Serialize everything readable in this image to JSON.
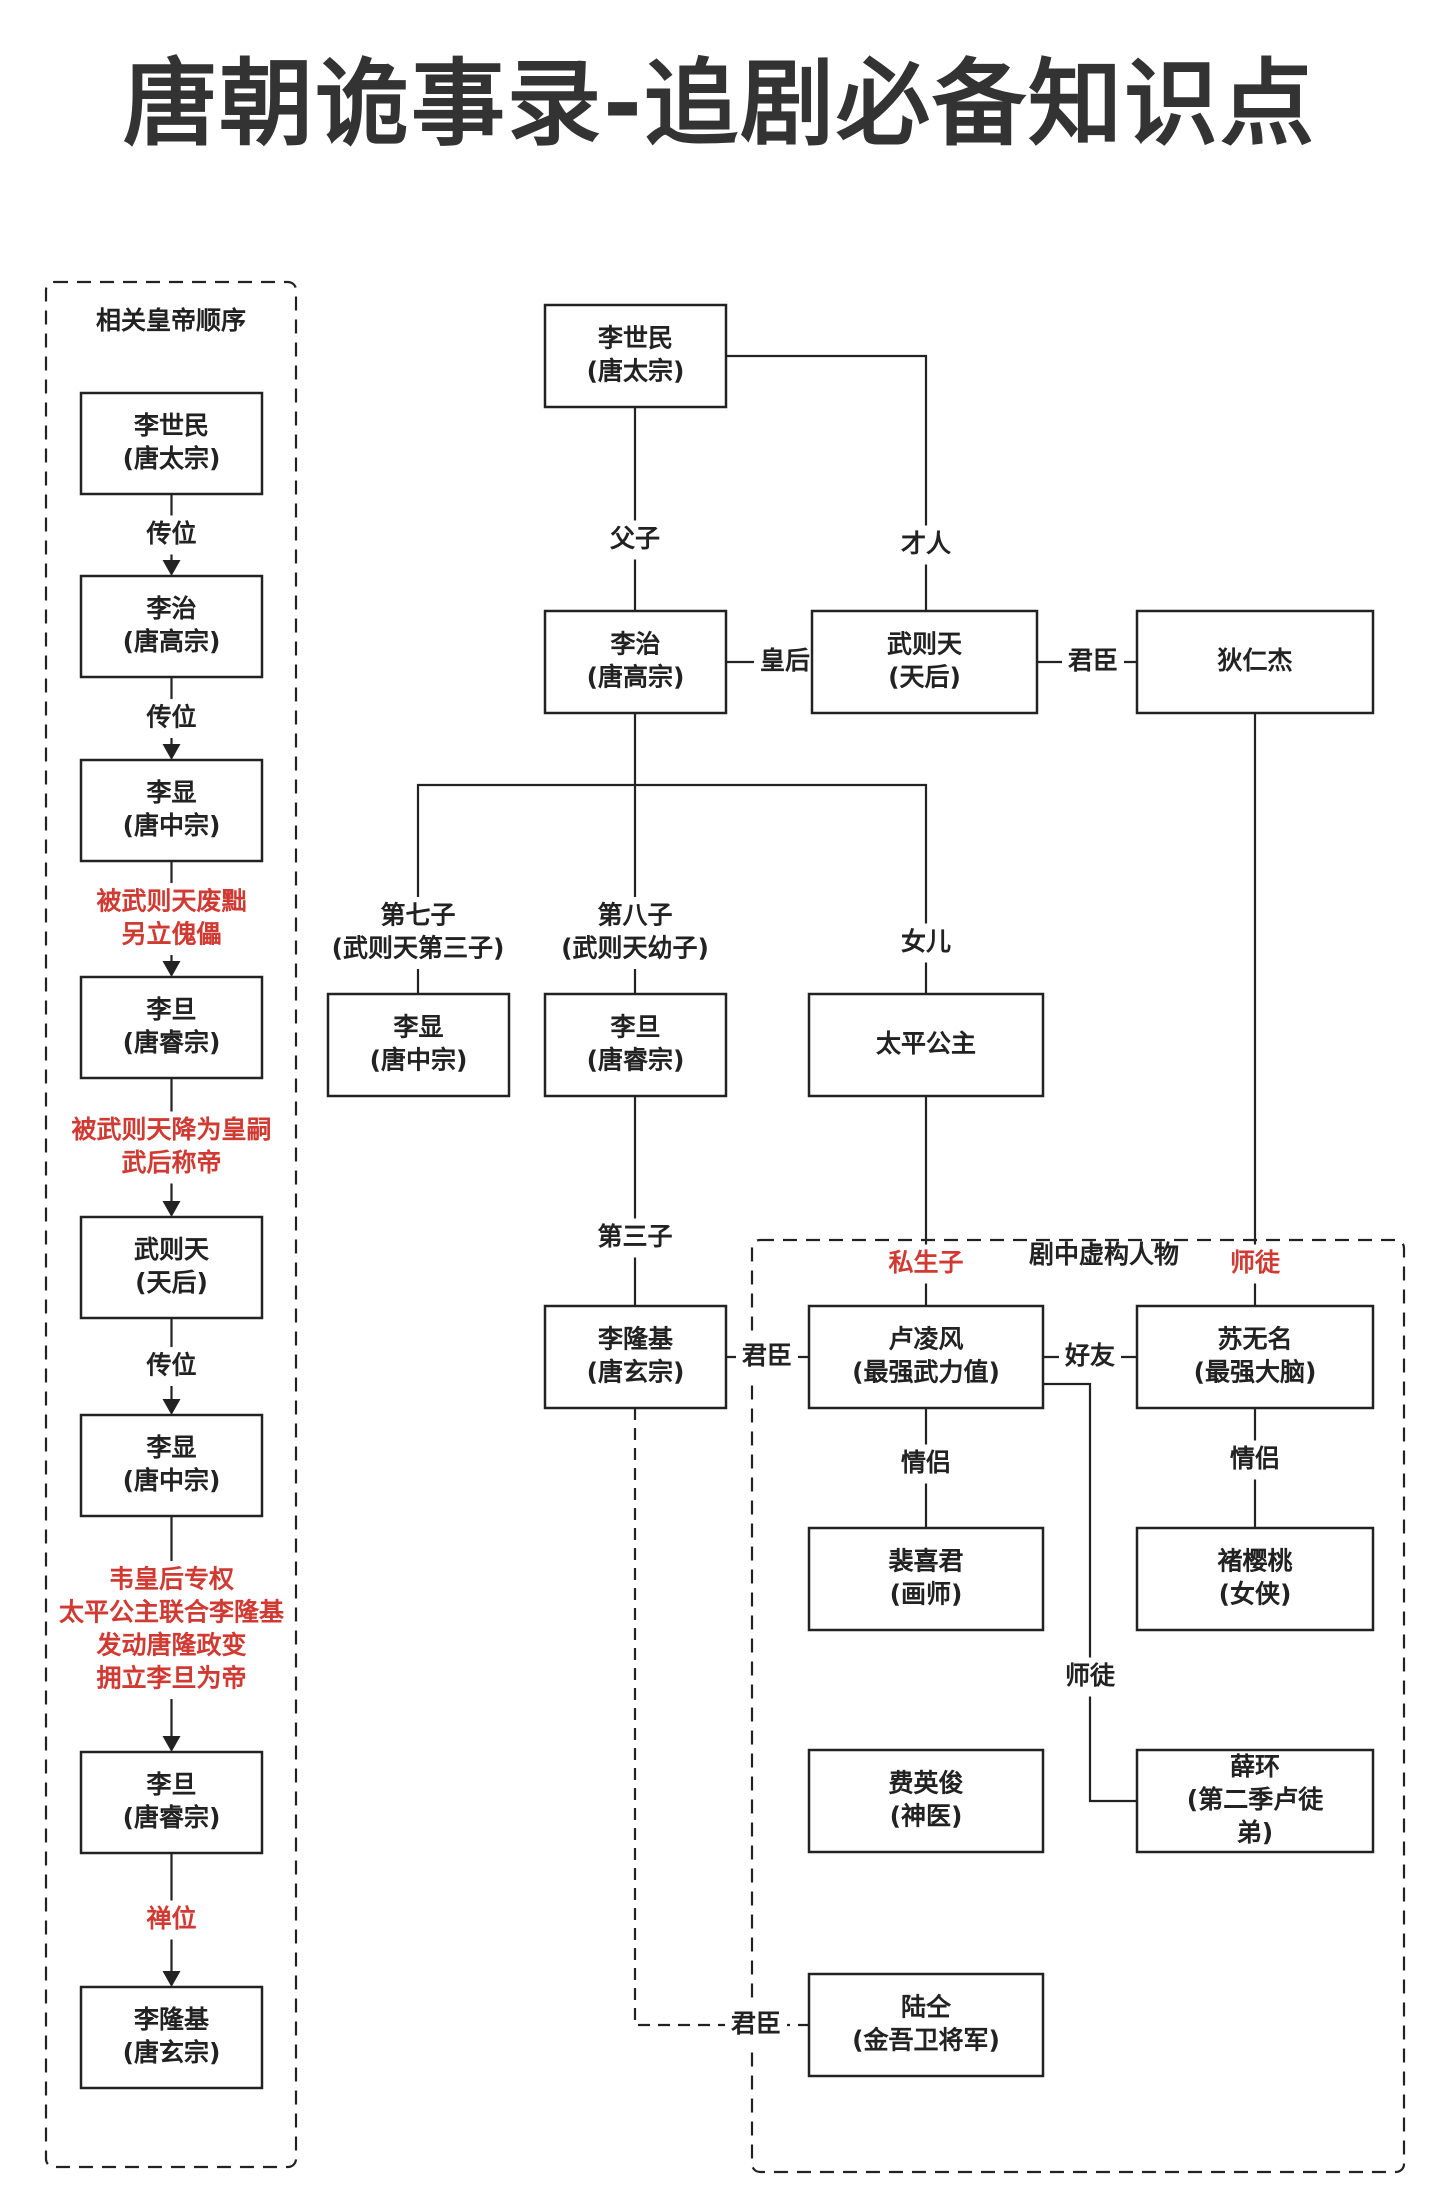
{
  "title": "唐朝诡事录-追剧必备知识点",
  "colors": {
    "accent": "#d13a32",
    "line": "#222222",
    "box_fill": "#ffffff"
  },
  "sequence": {
    "title": "相关皇帝顺序",
    "nodes": [
      [
        "李世民",
        "(唐太宗)"
      ],
      [
        "李治",
        "(唐高宗)"
      ],
      [
        "李显",
        "(唐中宗)"
      ],
      [
        "李旦",
        "(唐睿宗)"
      ],
      [
        "武则天",
        "(天后)"
      ],
      [
        "李显",
        "(唐中宗)"
      ],
      [
        "李旦",
        "(唐睿宗)"
      ],
      [
        "李隆基",
        "(唐玄宗)"
      ]
    ],
    "transitions": [
      {
        "lines": [
          "传位"
        ],
        "highlight": false
      },
      {
        "lines": [
          "传位"
        ],
        "highlight": false
      },
      {
        "lines": [
          "被武则天废黜",
          "另立傀儡"
        ],
        "highlight": true
      },
      {
        "lines": [
          "被武则天降为皇嗣",
          "武后称帝"
        ],
        "highlight": true
      },
      {
        "lines": [
          "传位"
        ],
        "highlight": false
      },
      {
        "lines": [
          "韦皇后专权",
          "太平公主联合李隆基",
          "发动唐隆政变",
          "拥立李旦为帝"
        ],
        "highlight": true
      },
      {
        "lines": [
          "禅位"
        ],
        "highlight": true
      }
    ]
  },
  "fictional_group_title": "剧中虚构人物",
  "relation": {
    "nodes": {
      "lishimin": [
        "李世民",
        "(唐太宗)"
      ],
      "lizhi": [
        "李治",
        "(唐高宗)"
      ],
      "wuzetian": [
        "武则天",
        "(天后)"
      ],
      "direnjie": [
        "狄仁杰"
      ],
      "lixian": [
        "李显",
        "(唐中宗)"
      ],
      "lidan": [
        "李旦",
        "(唐睿宗)"
      ],
      "taiping": [
        "太平公主"
      ],
      "lilongji": [
        "李隆基",
        "(唐玄宗)"
      ],
      "lulingfeng": [
        "卢凌风",
        "(最强武力值)"
      ],
      "suwuming": [
        "苏无名",
        "(最强大脑)"
      ],
      "peixijun": [
        "裴喜君",
        "(画师)"
      ],
      "chuyingtao": [
        "褚樱桃",
        "(女侠)"
      ],
      "feiyingjun": [
        "费英俊",
        "(神医)"
      ],
      "xuehuan": [
        "薛环",
        "(第二季卢徒",
        "弟)"
      ],
      "luquan": [
        "陆仝",
        "(金吾卫将军)"
      ]
    },
    "labels": {
      "fuzi": [
        "父子"
      ],
      "cairen": [
        "才人"
      ],
      "huanghou": [
        "皇后"
      ],
      "junchen1": [
        "君臣"
      ],
      "diqizi": [
        "第七子",
        "(武则天第三子)"
      ],
      "dibazi": [
        "第八子",
        "(武则天幼子)"
      ],
      "nver": [
        "女儿"
      ],
      "disanzi": [
        "第三子"
      ],
      "sishengzi": [
        "私生子"
      ],
      "shitu1": [
        "师徒"
      ],
      "junchen2": [
        "君臣"
      ],
      "haoyou": [
        "好友"
      ],
      "qinglv1": [
        "情侣"
      ],
      "qinglv2": [
        "情侣"
      ],
      "shitu2": [
        "师徒"
      ],
      "junchen3": [
        "君臣"
      ]
    }
  }
}
